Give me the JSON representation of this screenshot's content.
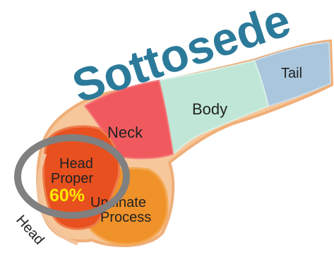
{
  "title": "Sottosede",
  "labels": {
    "tail": "Tail",
    "body": "Body",
    "neck": "Neck",
    "head_proper_line1": "Head",
    "head_proper_line2": "Proper",
    "uncinate_line1": "Uncinate",
    "uncinate_line2": "Process",
    "head_bracket": "Head"
  },
  "highlight": {
    "percent": "60%"
  },
  "colors": {
    "title": "#2b7a9a",
    "tail": "#a9c6dc",
    "body": "#bfe6d6",
    "neck": "#f05a5e",
    "head_proper": "#e8501f",
    "uncinate": "#f0922a",
    "outline": "#f2b07a",
    "circle": "#808080",
    "percent": "#ffe800"
  }
}
